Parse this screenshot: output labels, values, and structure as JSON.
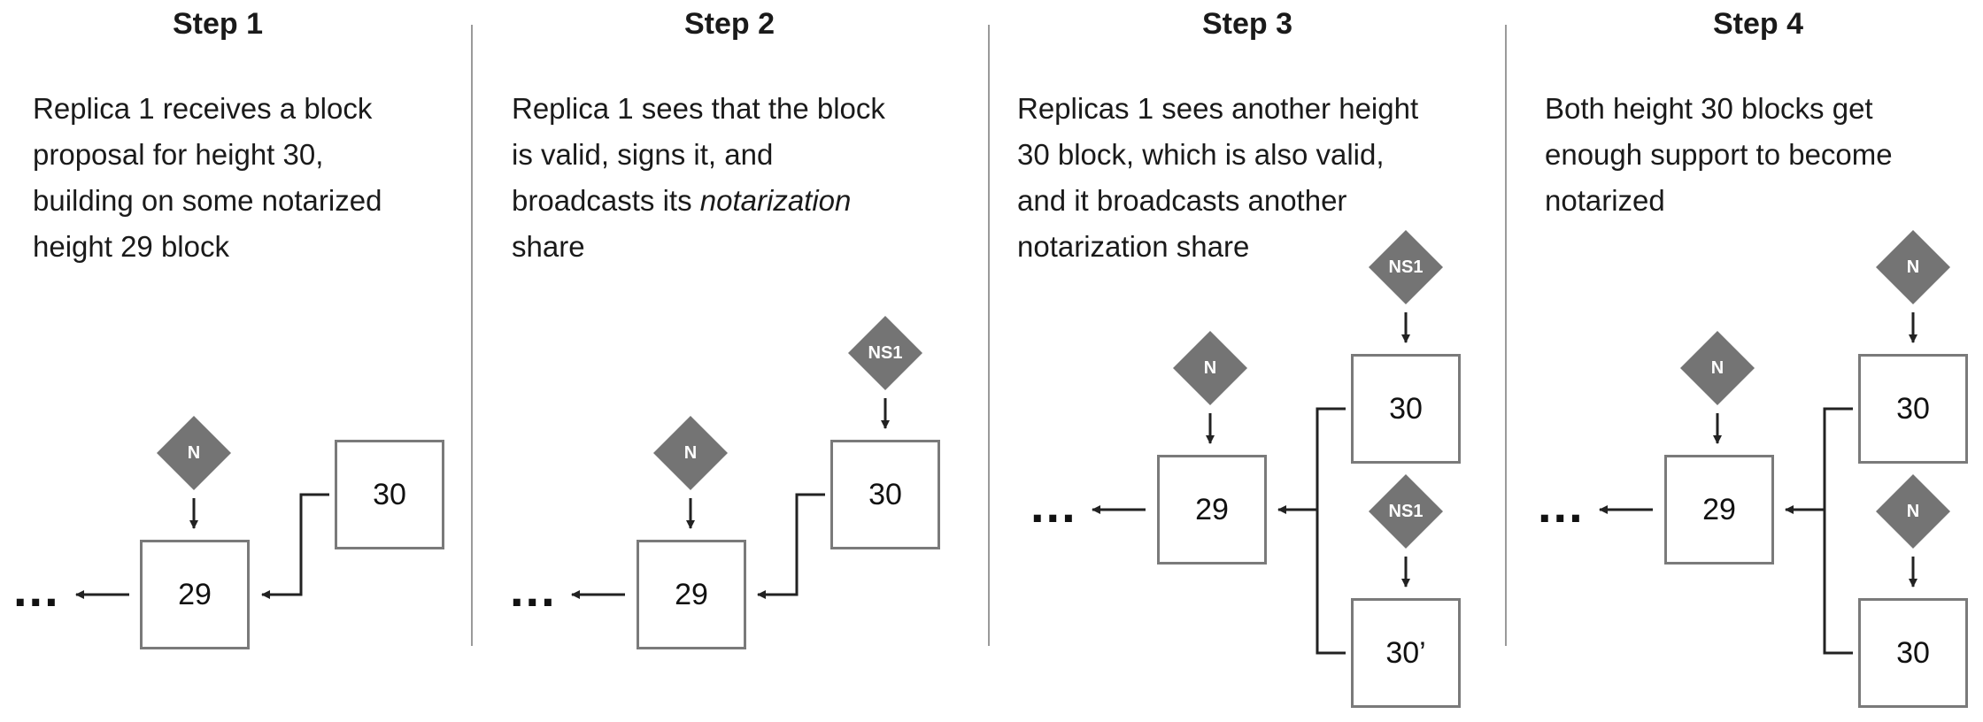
{
  "steps": [
    {
      "title": "Step 1",
      "description": [
        "Replica 1 receives a block",
        "proposal for height 30,",
        "building on some notarized",
        "height 29 block"
      ],
      "blocks": [
        "29",
        "30"
      ],
      "badges": [
        "N"
      ],
      "ellipsis": "..."
    },
    {
      "title": "Step 2",
      "description_lines": [
        {
          "text": "Replica 1 sees that the block"
        },
        {
          "text": "is valid, signs it, and"
        },
        {
          "before": "broadcasts its ",
          "italic": "notarization",
          "after": ""
        },
        {
          "text": "share"
        }
      ],
      "blocks": [
        "29",
        "30"
      ],
      "badges": [
        "N",
        "NS1"
      ],
      "ellipsis": "..."
    },
    {
      "title": "Step 3",
      "description": [
        "Replicas 1 sees another height",
        "30 block, which is also valid,",
        "and it broadcasts another",
        "notarization share"
      ],
      "blocks": [
        "29",
        "30",
        "30’"
      ],
      "badges": [
        "N",
        "NS1",
        "NS1"
      ],
      "ellipsis": "..."
    },
    {
      "title": "Step 4",
      "description": [
        "Both height 30 blocks get",
        "enough support to become",
        "notarized"
      ],
      "blocks": [
        "29",
        "30",
        "30"
      ],
      "badges": [
        "N",
        "N",
        "N"
      ],
      "ellipsis": "..."
    }
  ],
  "colors": {
    "badge_fill": "#747474",
    "block_border": "#7a7a7a",
    "divider": "#9a9a9a",
    "arrow": "#222222"
  }
}
